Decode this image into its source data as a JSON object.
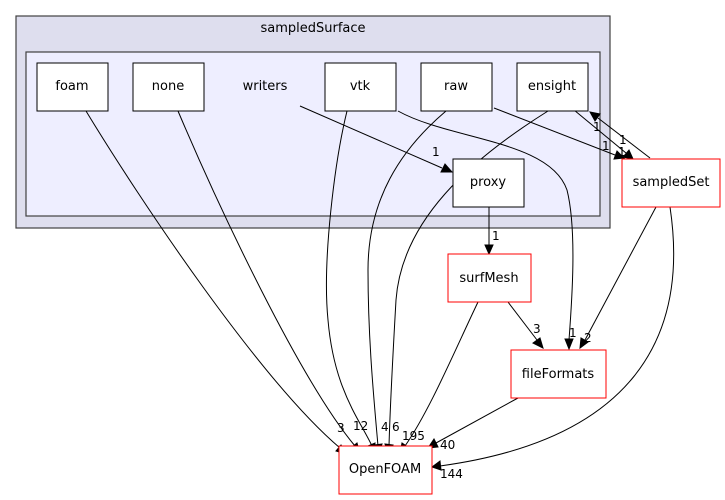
{
  "diagram": {
    "clusters": {
      "outer_label": "sampledSurface",
      "inner_label": "writers"
    },
    "nodes": {
      "foam": "foam",
      "none": "none",
      "vtk": "vtk",
      "raw": "raw",
      "ensight": "ensight",
      "proxy": "proxy",
      "sampledSet": "sampledSet",
      "surfMesh": "surfMesh",
      "fileFormats": "fileFormats",
      "OpenFOAM": "OpenFOAM"
    },
    "edge_labels": {
      "writers_proxy": "1",
      "proxy_surfMesh": "1",
      "surfMesh_fileFormats": "3",
      "vtk_fileFormats": "1",
      "sampledSet_fileFormats": "2",
      "ensight_sampledSet": "1",
      "raw_sampledSet": "1",
      "sampledSet_ensight_a": "1",
      "sampledSet_ensight_b": "1",
      "foam_OpenFOAM": "3",
      "none_OpenFOAM": "12",
      "vtk_OpenFOAM": "4",
      "raw_OpenFOAM": "6",
      "surfMesh_OpenFOAM": "195",
      "fileFormats_OpenFOAM": "40",
      "sampledSet_OpenFOAM": "144"
    },
    "colors": {
      "outer_cluster_fill": "#dedeee",
      "inner_cluster_fill": "#eeeeff",
      "cluster_border": "#404040",
      "external_node_border": "#ff0000",
      "internal_node_border": "#000000"
    }
  }
}
